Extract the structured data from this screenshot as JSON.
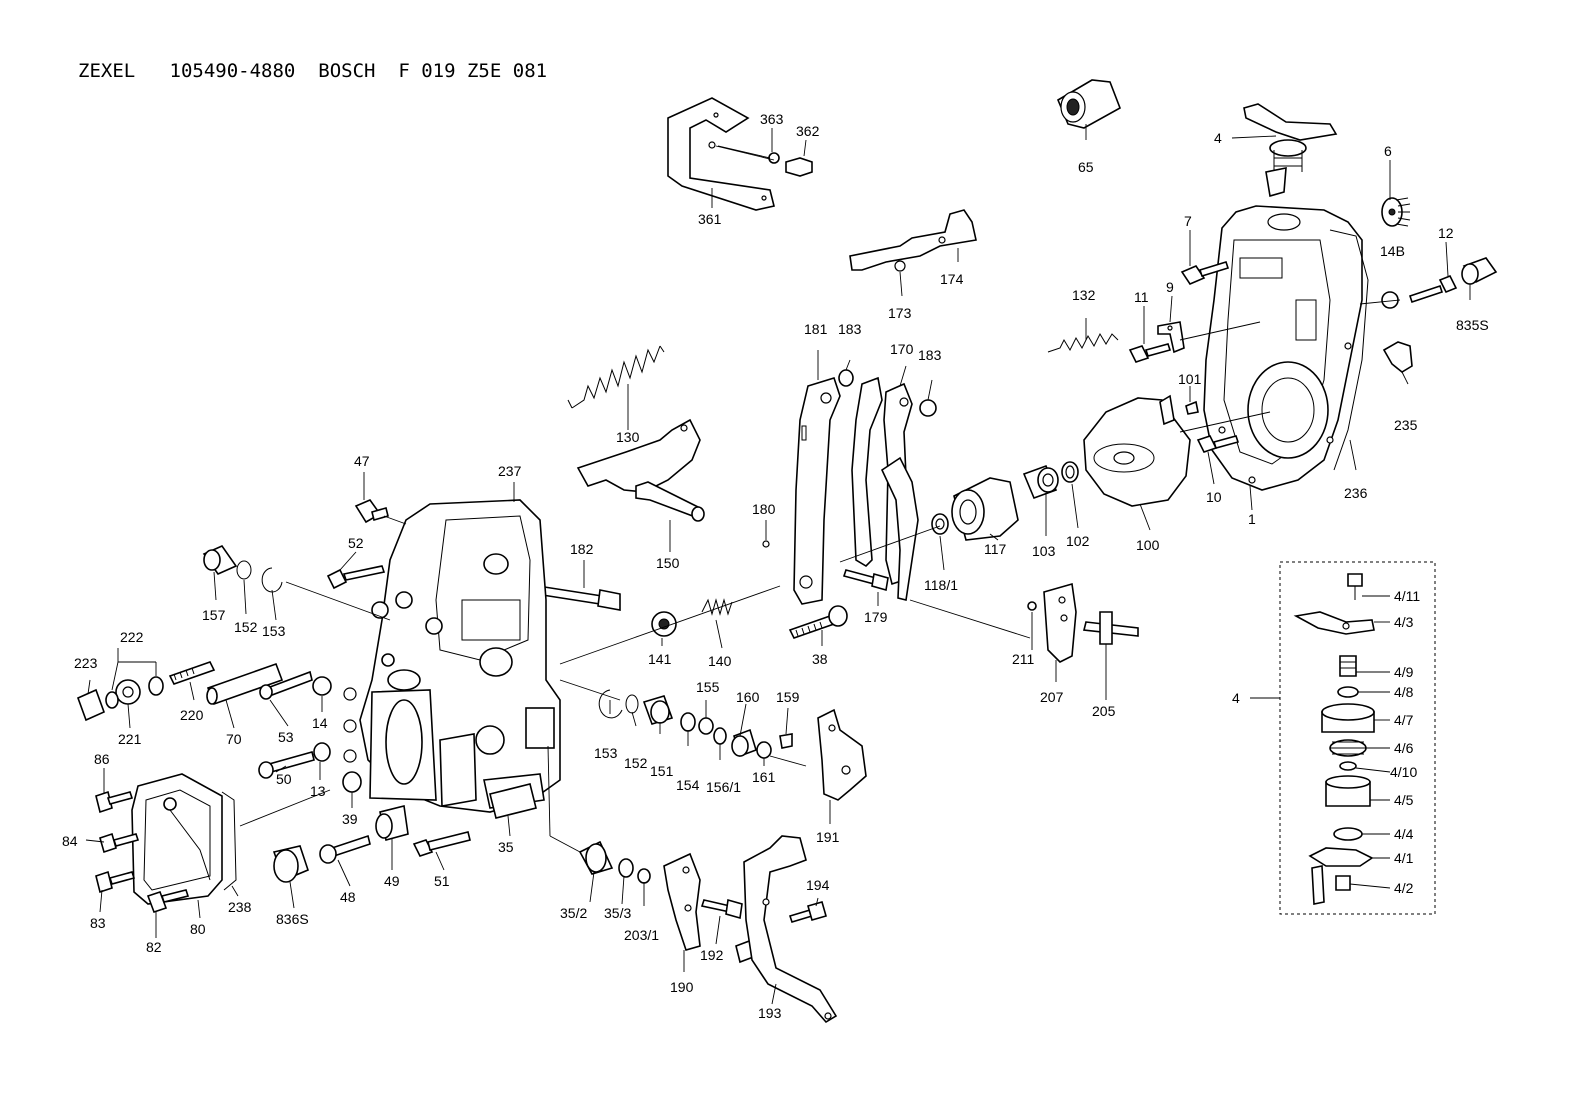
{
  "header": {
    "brand1": "ZEXEL",
    "part_no": "105490-4880",
    "brand2": "BOSCH",
    "bosch_no": "F 019 Z5E 081"
  },
  "labels": {
    "p1": "1",
    "p4": "4",
    "p4b": "4",
    "p6": "6",
    "p7": "7",
    "p9": "9",
    "p10": "10",
    "p11": "11",
    "p12": "12",
    "p13": "13",
    "p14": "14",
    "p14b": "14B",
    "p35": "35",
    "p35_2": "35/2",
    "p35_3": "35/3",
    "p38": "38",
    "p39": "39",
    "p47": "47",
    "p48": "48",
    "p49": "49",
    "p50": "50",
    "p51": "51",
    "p52": "52",
    "p53": "53",
    "p65": "65",
    "p70": "70",
    "p80": "80",
    "p82": "82",
    "p83": "83",
    "p84": "84",
    "p86": "86",
    "p100": "100",
    "p101": "101",
    "p102": "102",
    "p103": "103",
    "p117": "117",
    "p118_1": "118/1",
    "p130": "130",
    "p132": "132",
    "p140": "140",
    "p141": "141",
    "p150": "150",
    "p151": "151",
    "p152a": "152",
    "p152b": "152",
    "p153a": "153",
    "p153b": "153",
    "p154": "154",
    "p155": "155",
    "p156_1": "156/1",
    "p157": "157",
    "p159": "159",
    "p160": "160",
    "p161": "161",
    "p170": "170",
    "p173": "173",
    "p174": "174",
    "p179": "179",
    "p180": "180",
    "p181": "181",
    "p182": "182",
    "p183a": "183",
    "p183b": "183",
    "p190": "190",
    "p191": "191",
    "p192": "192",
    "p193": "193",
    "p194": "194",
    "p203_1": "203/1",
    "p205": "205",
    "p207": "207",
    "p211": "211",
    "p220": "220",
    "p221": "221",
    "p222": "222",
    "p223": "223",
    "p235": "235",
    "p236": "236",
    "p237": "237",
    "p238": "238",
    "p361": "361",
    "p362": "362",
    "p363": "363",
    "p835s": "835S",
    "p836s": "836S",
    "s4_1": "4/1",
    "s4_2": "4/2",
    "s4_3": "4/3",
    "s4_4": "4/4",
    "s4_5": "4/5",
    "s4_6": "4/6",
    "s4_7": "4/7",
    "s4_8": "4/8",
    "s4_9": "4/9",
    "s4_10": "4/10",
    "s4_11": "4/11"
  }
}
